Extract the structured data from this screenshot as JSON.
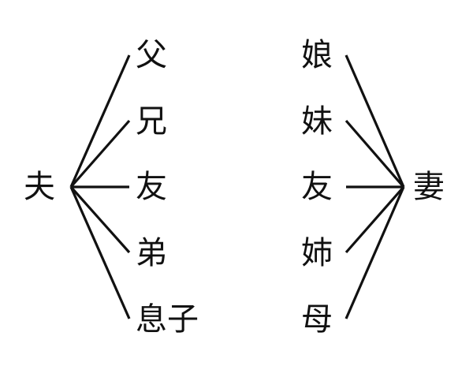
{
  "left": {
    "hub": "夫",
    "items": [
      "父",
      "兄",
      "友",
      "弟",
      "息子"
    ]
  },
  "right": {
    "hub": "妻",
    "items": [
      "娘",
      "妹",
      "友",
      "姉",
      "母"
    ]
  },
  "colors": {
    "ink": "#111111",
    "background": "#ffffff"
  }
}
